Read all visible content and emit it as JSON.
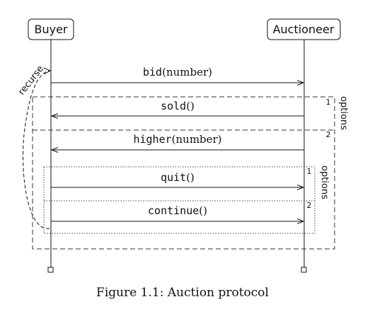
{
  "participants": {
    "buyer": "Buyer",
    "auctioneer": "Auctioneer"
  },
  "messages": [
    {
      "name": "bid",
      "arg": "(number)"
    },
    {
      "name": "sold",
      "arg": "()"
    },
    {
      "name": "higher",
      "arg": "(number)"
    },
    {
      "name": "quit",
      "arg": "()"
    },
    {
      "name": "continue",
      "arg": "()"
    }
  ],
  "outer_frame": {
    "label": "options",
    "branches": [
      "1",
      "2"
    ]
  },
  "inner_frame": {
    "label": "options",
    "branches": [
      "1",
      "2"
    ]
  },
  "recurse_label": "recurse",
  "caption": "Figure 1.1: Auction protocol"
}
